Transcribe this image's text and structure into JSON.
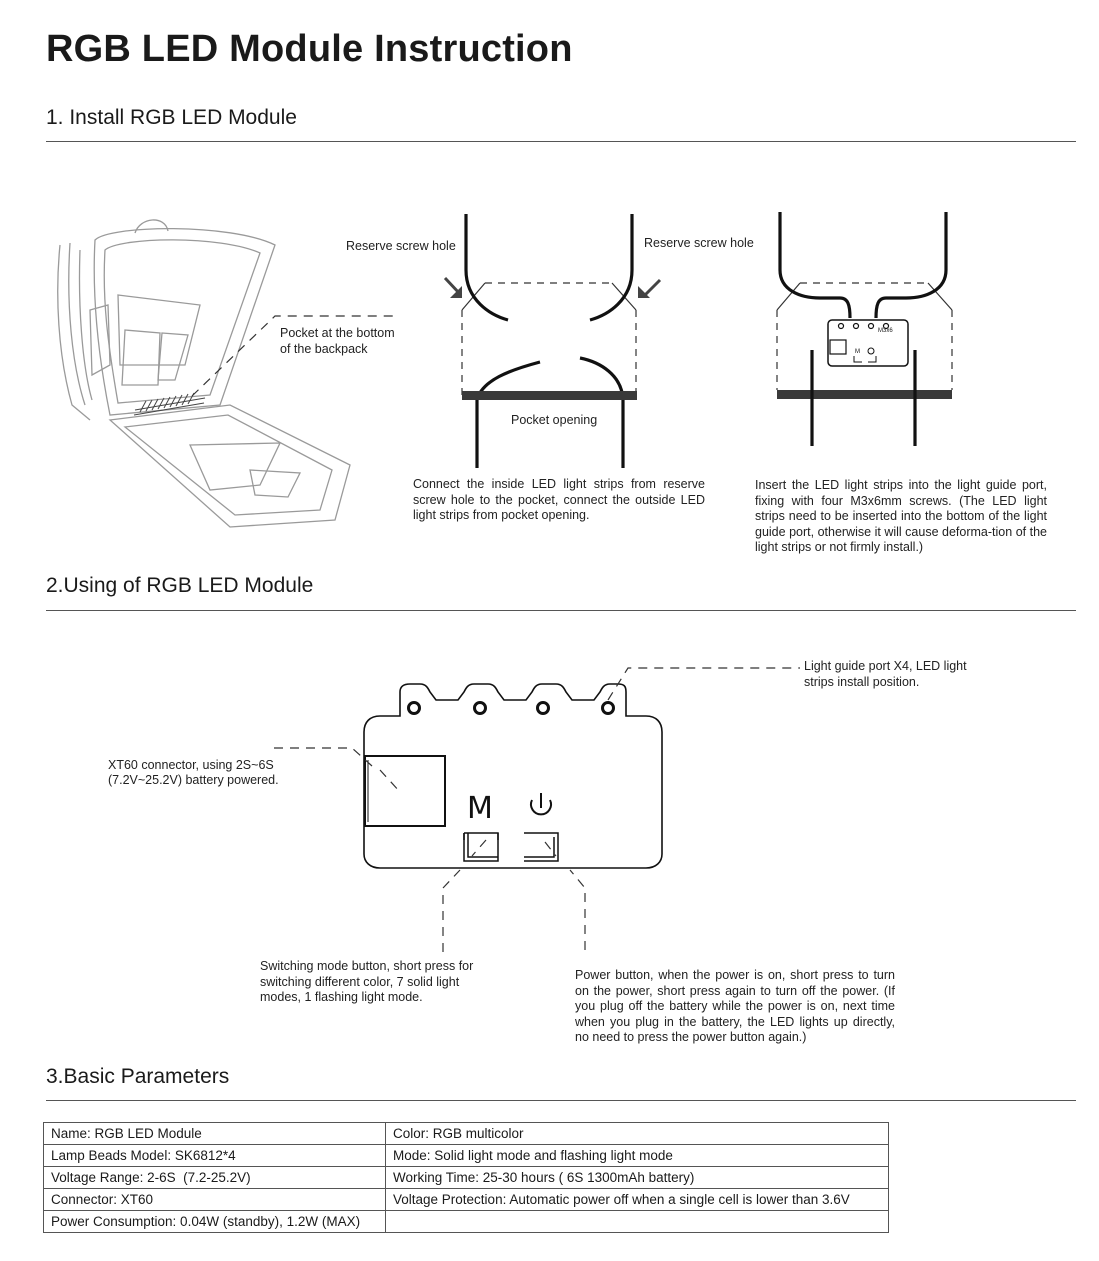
{
  "title": "RGB LED Module Instruction",
  "sections": {
    "install": {
      "heading": "1. Install RGB LED Module",
      "pocket_label_1": "Pocket at the bottom",
      "pocket_label_2": "of the backpack",
      "reserve_left": "Reserve screw hole",
      "reserve_right": "Reserve screw hole",
      "pocket_opening": "Pocket opening",
      "connect_text": "Connect the inside LED light strips from reserve screw hole to the pocket, connect the outside LED light strips from pocket opening.",
      "insert_text": "Insert the LED light strips into the light guide port, fixing with four M3x6mm screws. (The LED light strips need to be inserted into the bottom of the light guide port, otherwise it will cause deforma-tion of the light strips or not firmly install.)",
      "mini_label": "M3x6"
    },
    "using": {
      "heading": "2.Using of RGB LED Module",
      "light_guide_1": "Light guide port X4, LED light",
      "light_guide_2": "strips install position.",
      "xt60_1": "XT60 connector, using 2S~6S",
      "xt60_2": "(7.2V~25.2V) battery powered.",
      "switch_text": "Switching mode button, short press for switching different color, 7 solid light modes, 1 flashing light mode.",
      "power_text": "Power button, when the power is on, short press to turn on the power, short press again to turn off the power. (If you plug off the battery while the power is on, next time when you plug in the battery, the LED lights up directly, no need to press the power button again.)",
      "m_letter": "M"
    },
    "params": {
      "heading": "3.Basic Parameters",
      "rows": [
        [
          "Name:  RGB LED Module",
          "Color:  RGB multicolor"
        ],
        [
          "Lamp Beads Model:  SK6812*4",
          "Mode:  Solid light mode and flashing light mode"
        ],
        [
          "Voltage Range:  2-6S  (7.2-25.2V)",
          "Working Time: 25-30 hours ( 6S 1300mAh battery)"
        ],
        [
          "Connector:  XT60",
          "Voltage Protection:  Automatic power off when a single cell is lower than 3.6V"
        ],
        [
          "Power Consumption:  0.04W (standby), 1.2W (MAX)",
          ""
        ]
      ]
    }
  },
  "icons": {
    "power": "power-icon",
    "mode": "mode-letter-icon"
  }
}
